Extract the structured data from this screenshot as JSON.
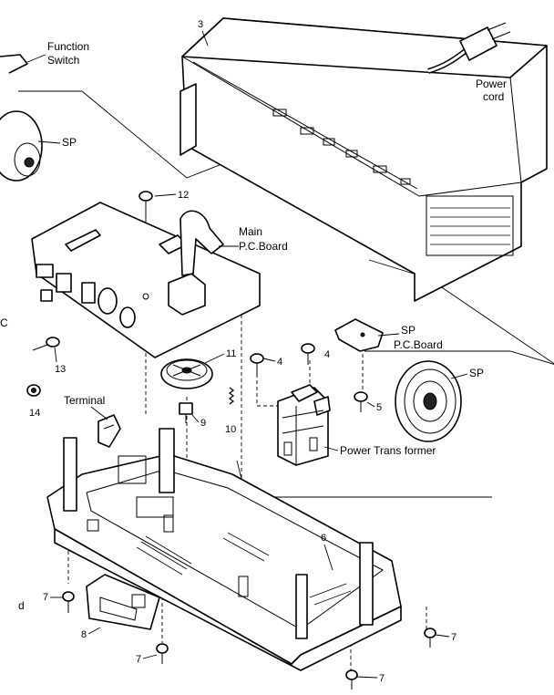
{
  "labels": {
    "function_switch_line1": "Function",
    "function_switch_line2": "Switch",
    "sp_left": "SP",
    "sp_right": "SP",
    "power_cord_line1": "Power",
    "power_cord_line2": "cord",
    "main_pcb_line1": "Main",
    "main_pcb_line2": "P.C.Board",
    "sp_pcb_line1": "SP",
    "sp_pcb_line2": "P.C.Board",
    "terminal": "Terminal",
    "power_transformer": "Power Trans former",
    "edge_c": "C",
    "edge_d": "d"
  },
  "callouts": {
    "n3": "3",
    "n12": "12",
    "n11": "11",
    "n4a": "4",
    "n4b": "4",
    "n5": "5",
    "n9": "9",
    "n10": "10",
    "n13": "13",
    "n14": "14",
    "n6": "6",
    "n7a": "7",
    "n7b": "7",
    "n7c": "7",
    "n7d": "7",
    "n8": "8"
  }
}
